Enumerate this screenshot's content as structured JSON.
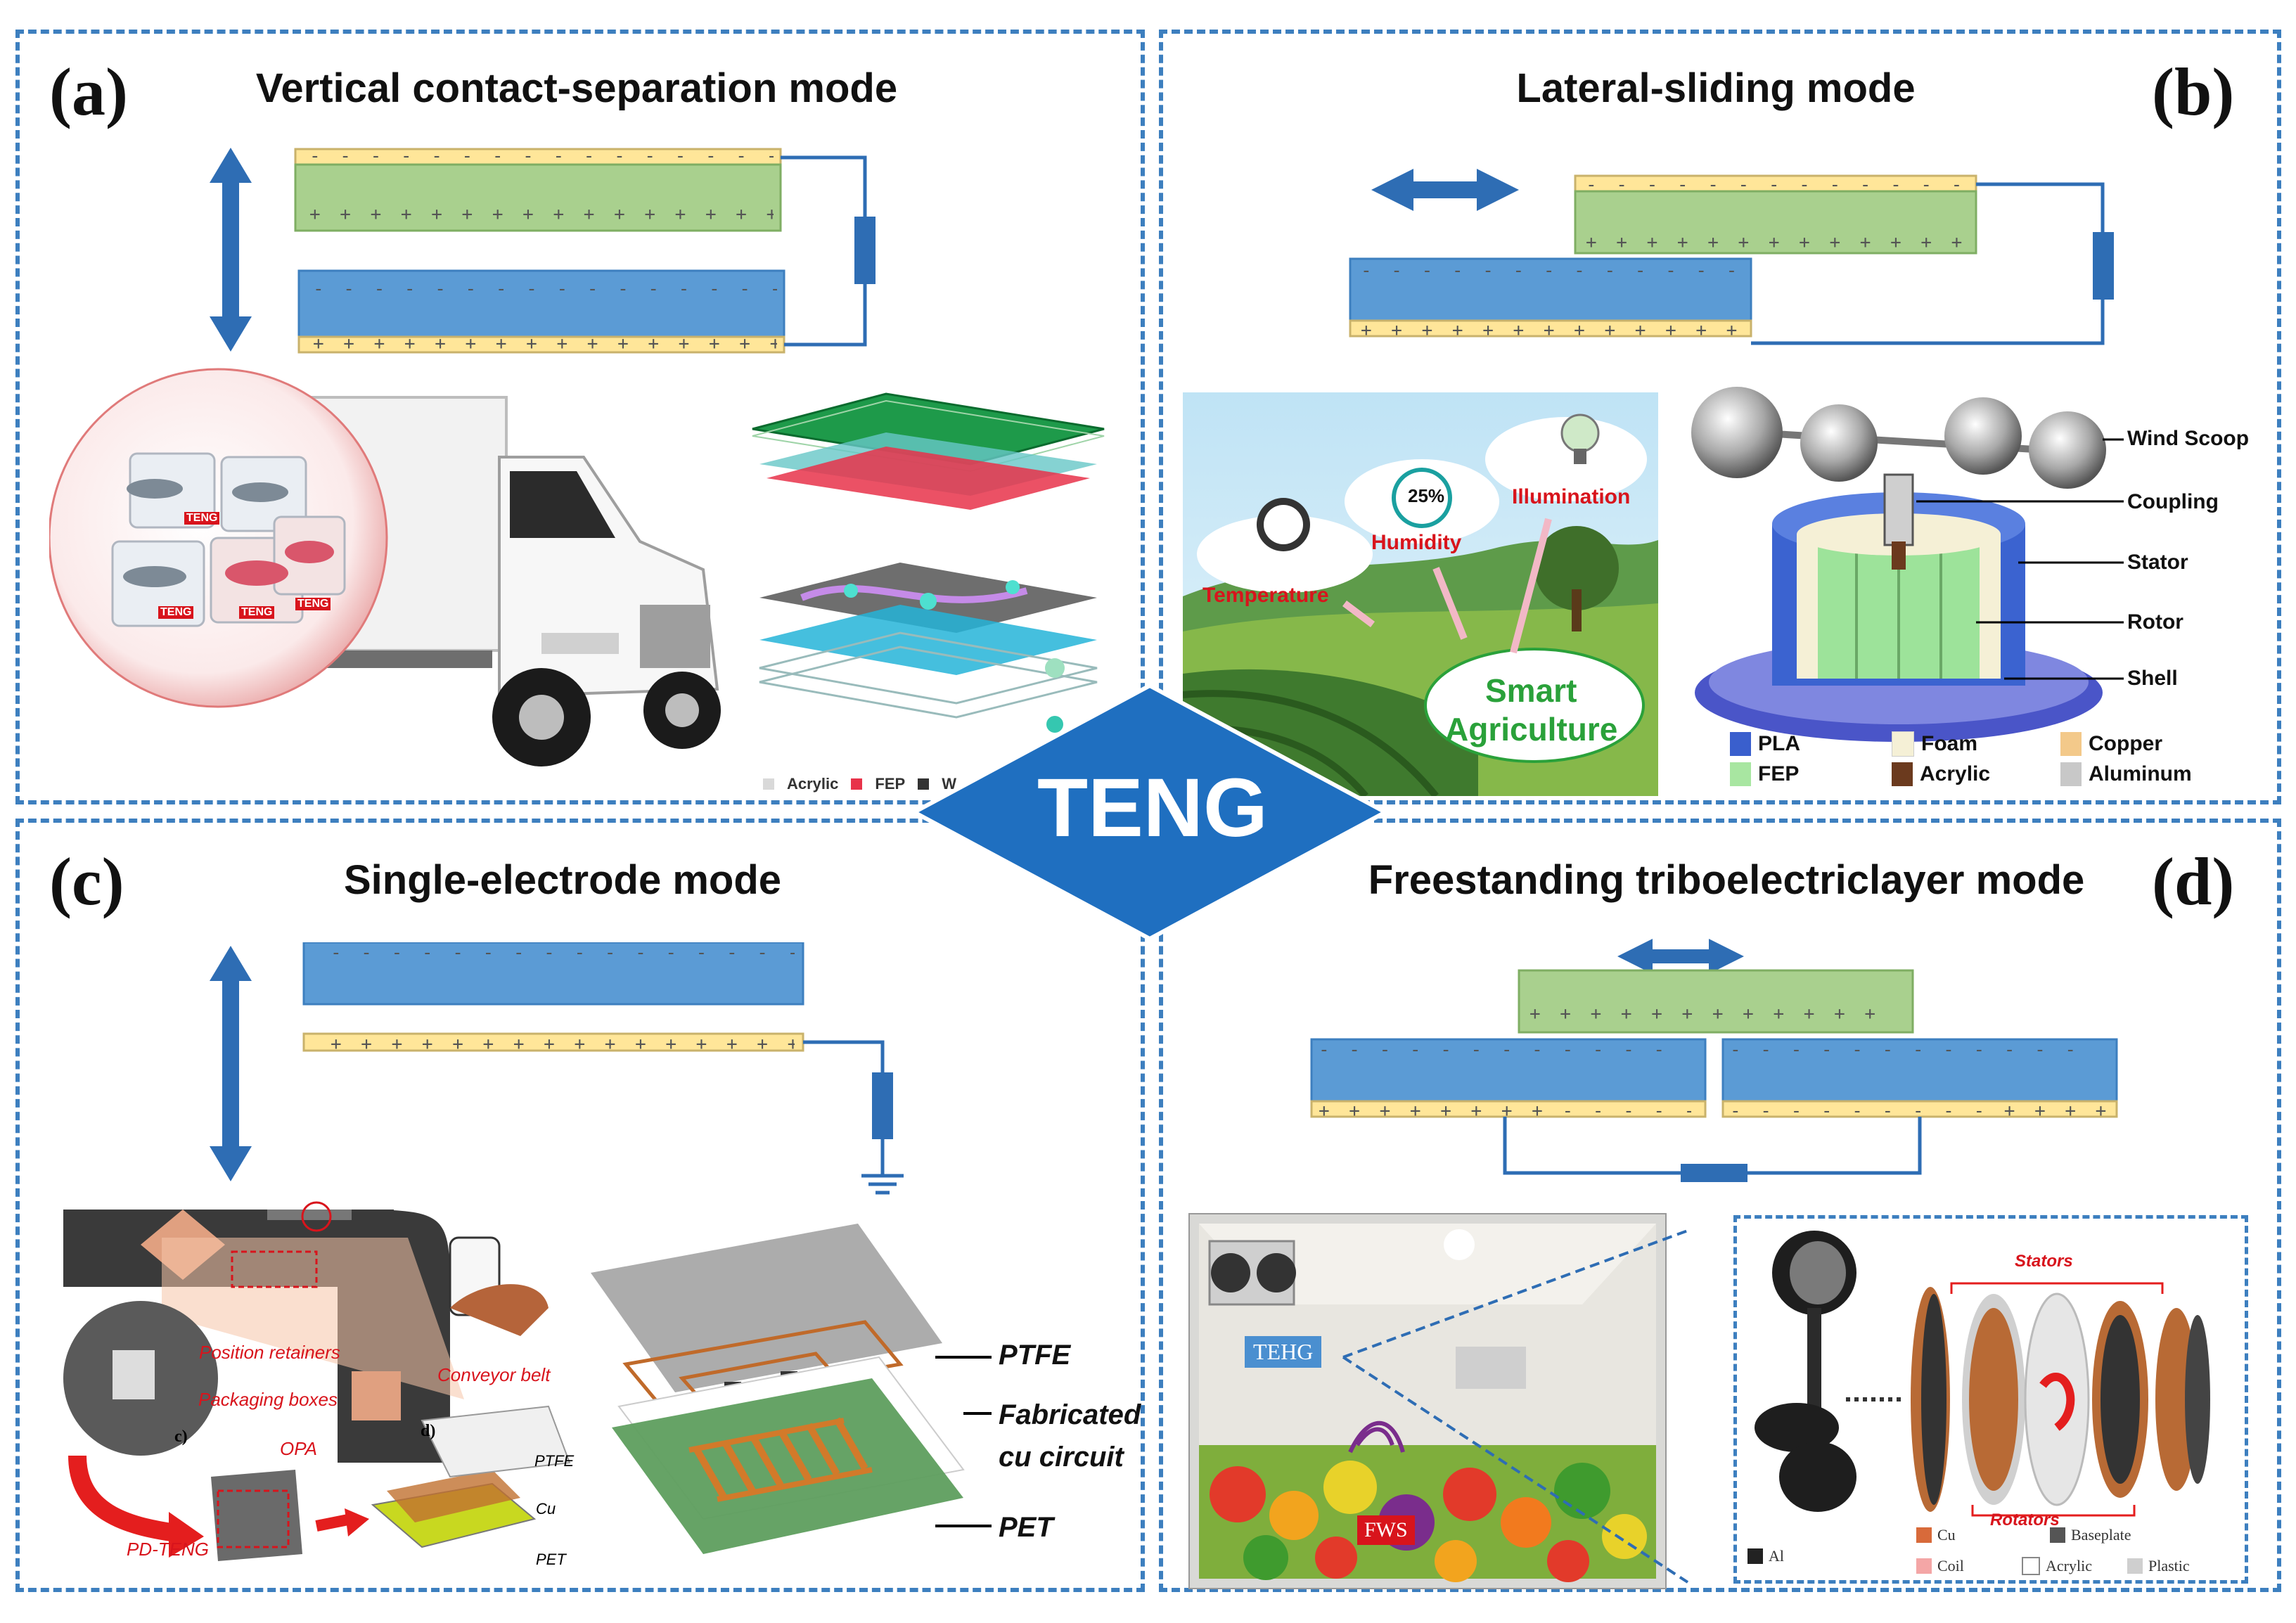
{
  "center": {
    "label": "TENG"
  },
  "panel_a": {
    "label": "(a)",
    "title": "Vertical contact-separation mode",
    "top_charges": "- - - - - - - - - - - - - - - - - - - - - - - - -",
    "top_plus": "+ + + + + + + + + + + + + + + + + + + + +",
    "bottom_minus": "- - - - - - - - - - - - - - - - - - - - - - - - -",
    "bottom_plus": "+ + + + + + + + + + + + + + + + + + + + +",
    "bag_labels": [
      "TENG",
      "TENG",
      "TENG",
      "TENG"
    ],
    "legend": [
      {
        "label": "Acrylic",
        "color": "#d9d9d9"
      },
      {
        "label": "FEP",
        "color": "#e8334a"
      },
      {
        "label": "W",
        "color": "#333333"
      }
    ]
  },
  "panel_b": {
    "label": "(b)",
    "title": "Lateral-sliding mode",
    "top_minus": "- - - - - - - - - - - - - - - - - - - -",
    "top_plus": "+ + + + + + + + + + + + + + + + + + + +",
    "bottom_minus": "- - - - - - - - - - - - - - - - - - - -",
    "bottom_plus": "+ + + + + + + + + + + + + + + + + + + + + + + +",
    "farm": {
      "temperature": "Temperature",
      "humidity": "Humidity",
      "humidity_value": "25%",
      "illumination": "Illumination",
      "smart": "Smart",
      "agriculture": "Agriculture"
    },
    "device_labels": [
      "Wind Scoop",
      "Coupling",
      "Stator",
      "Rotor",
      "Shell"
    ],
    "legend": [
      {
        "label": "PLA",
        "color": "#3a5fcd"
      },
      {
        "label": "Foam",
        "color": "#f5f0d6"
      },
      {
        "label": "Copper",
        "color": "#f3c98a"
      },
      {
        "label": "FEP",
        "color": "#a8e6a1"
      },
      {
        "label": "Acrylic",
        "color": "#6b3a1e"
      },
      {
        "label": "Aluminum",
        "color": "#c8c8c8"
      }
    ]
  },
  "panel_c": {
    "label": "(c)",
    "title": "Single-electrode mode",
    "top_minus": "- - - - - - - - - - - - - - - - - - - - - - - -",
    "bottom_plus": "+ + + + + + + + + + + + + + + + + + + + + + + + +",
    "photo_labels": {
      "position_retainers": "Position retainers",
      "conveyor_belt": "Conveyor belt",
      "packaging_boxes": "Packaging boxes",
      "opa": "OPA",
      "pd_teng": "PD-TENG",
      "ptfe_small": "PTFE",
      "cu": "Cu",
      "pet_small": "PET",
      "c_mark": "c)",
      "d_mark": "d)"
    },
    "layer_labels": {
      "ptfe": "PTFE",
      "fab1": "Fabricated",
      "fab2": "cu circuit",
      "pet": "PET"
    }
  },
  "panel_d": {
    "label": "(d)",
    "title": "Freestanding triboelectriclayer mode",
    "top_plus": "+ + + + + + + + + + + + + + + +",
    "left_minus": "- - - - - - - - - - - - - - - - -",
    "left_bottom": "+ + + + + + + +  - - - - - - - - - -",
    "right_minus": "- - - - - - - - - - - - - - - - -",
    "right_bottom": "- - - - - - - - - + + + + + + + + +",
    "tehg": "TEHG",
    "fws": "FWS",
    "device": {
      "stators": "Stators",
      "rotators": "Rotators",
      "al": "Al",
      "cu": "Cu",
      "baseplate": "Baseplate",
      "coil": "Coil",
      "acrylic": "Acrylic",
      "plastic": "Plastic"
    }
  },
  "colors": {
    "blue_layer": "#5b9bd5",
    "green_layer": "#a9d08e",
    "yellow_layer": "#ffe699",
    "dash_border": "#3d7fbf",
    "arrow": "#2e6db4",
    "diamond": "#1f6fc0"
  }
}
